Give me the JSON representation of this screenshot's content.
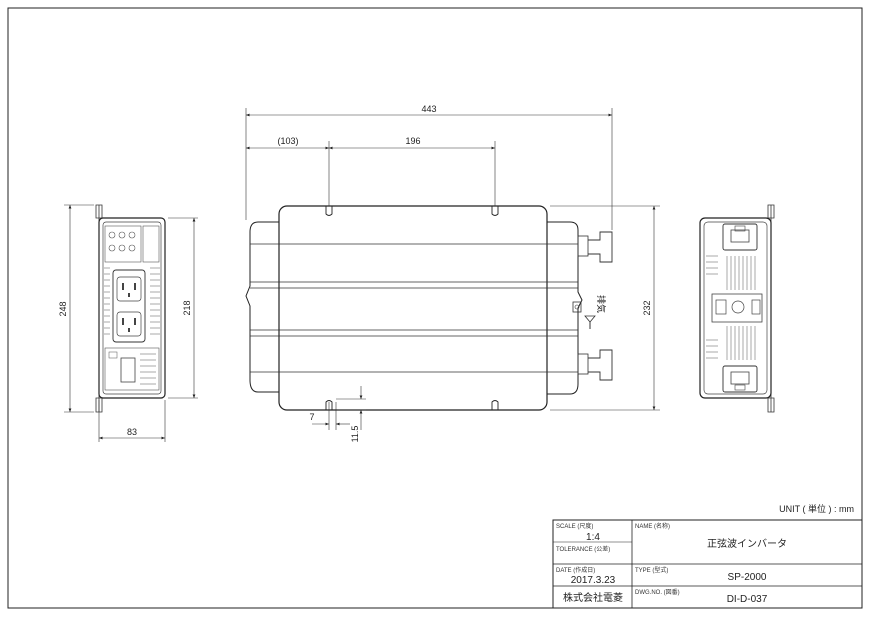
{
  "dimensions": {
    "overall_length": "443",
    "offset_left": "(103)",
    "mount_spacing": "196",
    "body_width": "232",
    "front_height": "248",
    "front_body_height": "218",
    "front_width": "83",
    "slot_width": "7",
    "slot_depth": "11.5"
  },
  "exhaust_label": "排気",
  "unit_label": "UNIT ( 単位 ) : mm",
  "title_block": {
    "scale_label": "SCALE (尺度)",
    "scale_value": "1:4",
    "tolerance_label": "TOLERANCE (公差)",
    "date_label": "DATE (作成日)",
    "date_value": "2017.3.23",
    "company": "株式会社電菱",
    "name_label": "NAME (名称)",
    "name_value": "正弦波インバータ",
    "type_label": "TYPE (型式)",
    "type_value": "SP-2000",
    "dwg_label": "DWG.NO. (図番)",
    "dwg_value": "DI-D-037"
  }
}
